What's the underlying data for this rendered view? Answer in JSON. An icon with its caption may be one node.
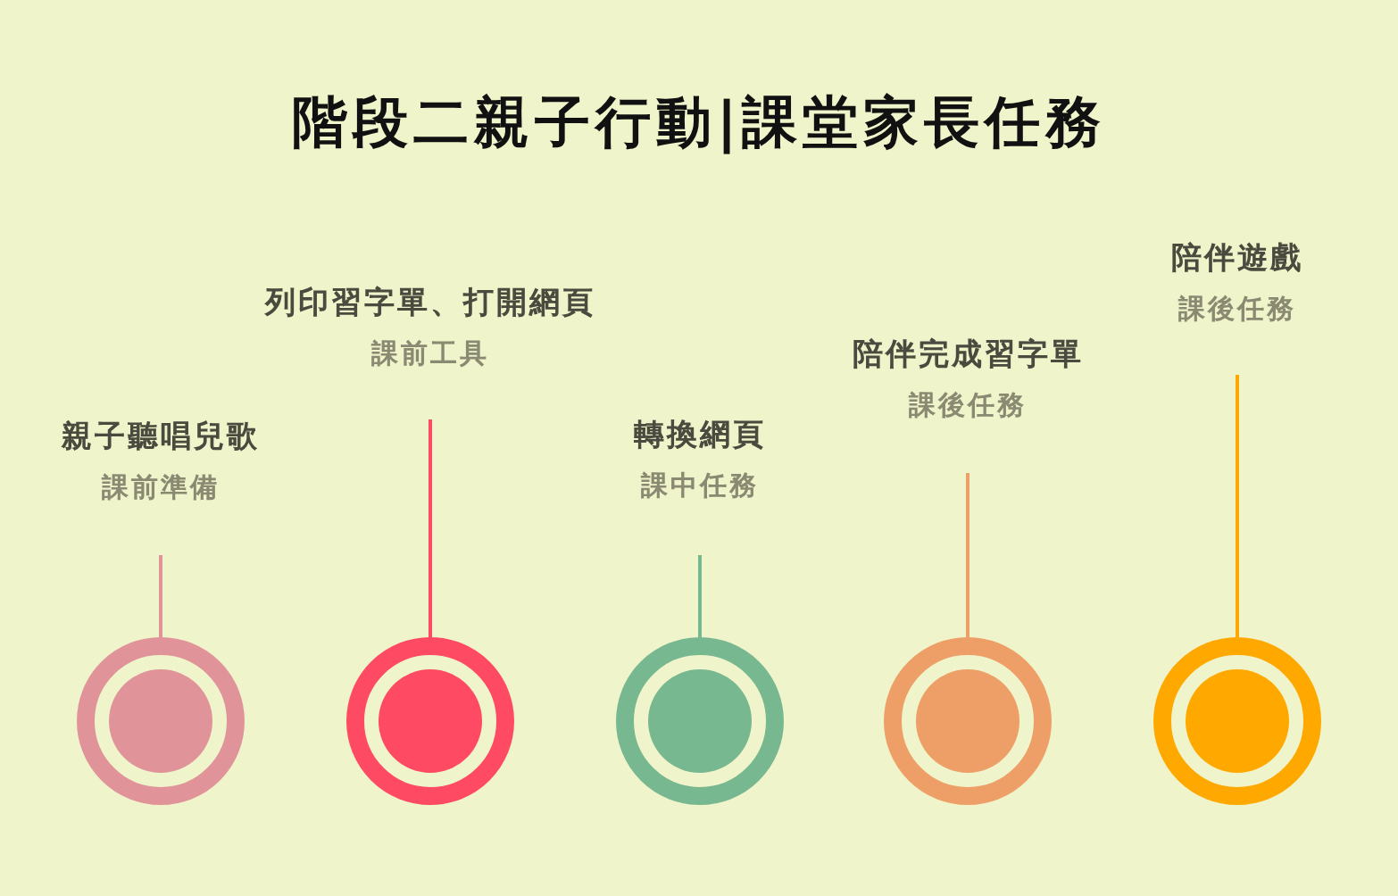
{
  "diagram": {
    "title": "階段二親子行動|課堂家長任務",
    "nodes": [
      {
        "text": [
          "親子聽唱兒歌",
          "課前準備"
        ]
      },
      {
        "text": [],
        "shape": "circle"
      },
      {
        "text": [
          "列印習字單、打開網頁",
          "課前工具"
        ]
      },
      {
        "text": [],
        "shape": "circle"
      },
      {
        "text": [
          "轉換網頁",
          "課中任務"
        ]
      },
      {
        "text": [],
        "shape": "circle"
      },
      {
        "text": [
          "陪伴完成習字單",
          "課後任務"
        ]
      },
      {
        "text": [],
        "shape": "circle"
      },
      {
        "text": [
          "陪伴遊戲",
          "課後任務"
        ]
      },
      {
        "text": [],
        "shape": "circle"
      }
    ],
    "edges": [
      {
        "from": 0,
        "to": 1,
        "arrow": "none",
        "color": "#e0949a"
      },
      {
        "from": 2,
        "to": 3,
        "arrow": "none",
        "color": "#ff4a64"
      },
      {
        "from": 4,
        "to": 5,
        "arrow": "none",
        "color": "#78b891"
      },
      {
        "from": 6,
        "to": 7,
        "arrow": "none",
        "color": "#ee9f67"
      },
      {
        "from": 8,
        "to": 9,
        "arrow": "none",
        "color": "#ffa800"
      }
    ]
  }
}
